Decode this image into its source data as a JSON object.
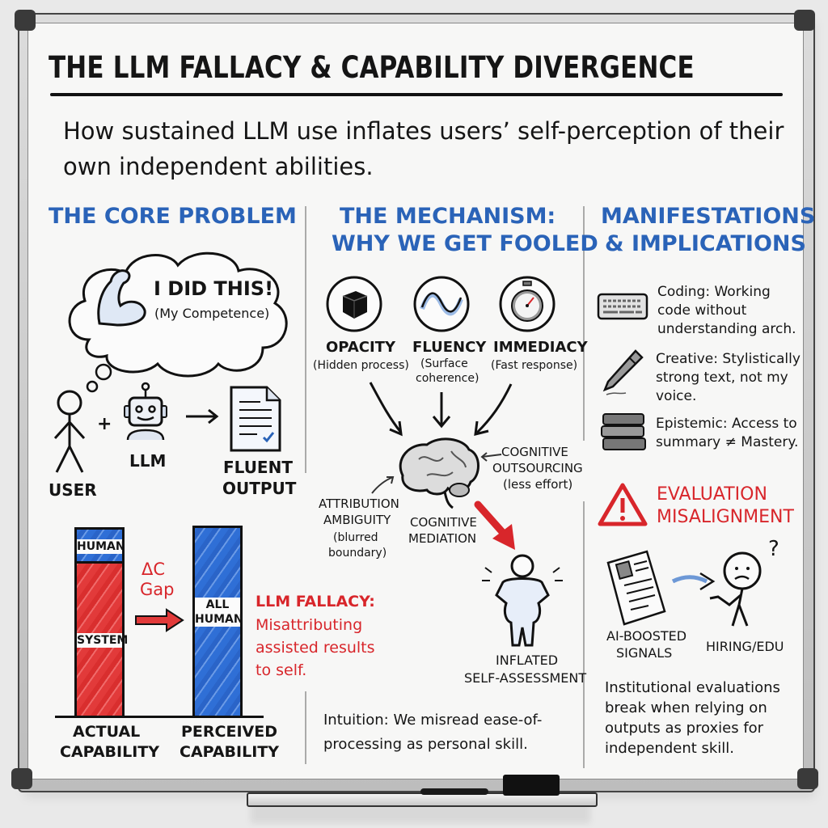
{
  "title": "THE LLM FALLACY & CAPABILITY DIVERGENCE",
  "subtitle": "How sustained LLM use inflates users’ self-perception of their own independent abilities.",
  "core_problem": {
    "heading": "THE CORE PROBLEM",
    "thought_main": "I DID THIS!",
    "thought_sub": "(My Competence)",
    "user_label": "USER",
    "plus": "+",
    "llm_label": "LLM",
    "output_label_1": "FLUENT",
    "output_label_2": "OUTPUT"
  },
  "capability_chart": {
    "actual_bar": {
      "human_label": "HUMAN",
      "system_label": "SYSTEM",
      "human_fraction": 0.17,
      "system_fraction": 0.83,
      "label_1": "ACTUAL",
      "label_2": "CAPABILITY"
    },
    "perceived_bar": {
      "human_label_1": "ALL",
      "human_label_2": "HUMAN",
      "human_fraction": 1.0,
      "label_1": "PERCEIVED",
      "label_2": "CAPABILITY"
    },
    "gap_symbol": "ΔC",
    "gap_label": "Gap",
    "fallacy_title": "LLM FALLACY:",
    "fallacy_lines": [
      "Misattributing",
      "assisted results",
      "to self."
    ]
  },
  "mechanism": {
    "heading_1": "THE MECHANISM:",
    "heading_2": "WHY WE GET FOOLED",
    "factors": [
      {
        "icon": "black-box-icon",
        "label": "OPACITY",
        "sub_1": "(Hidden process)",
        "sub_2": ""
      },
      {
        "icon": "wave-icon",
        "label": "FLUENCY",
        "sub_1": "(Surface",
        "sub_2": "coherence)"
      },
      {
        "icon": "stopwatch-icon",
        "label": "IMMEDIACY",
        "sub_1": "(Fast response)",
        "sub_2": ""
      }
    ],
    "outsourcing_1": "COGNITIVE",
    "outsourcing_2": "OUTSOURCING",
    "outsourcing_3": "(less effort)",
    "attribution_1": "ATTRIBUTION",
    "attribution_2": "AMBIGUITY",
    "attribution_3": "(blurred",
    "attribution_4": "boundary)",
    "mediation_1": "COGNITIVE",
    "mediation_2": "MEDIATION",
    "inflated_1": "INFLATED",
    "inflated_2": "SELF-ASSESSMENT",
    "intuition": "Intuition: We misread ease-of-processing as personal skill."
  },
  "manifestations": {
    "heading_1": "MANIFESTATIONS",
    "heading_2": "& IMPLICATIONS",
    "items": [
      {
        "icon": "keyboard-icon",
        "line_1": "Coding: Working",
        "line_2": "code without",
        "line_3": "understanding arch."
      },
      {
        "icon": "pen-icon",
        "line_1": "Creative: Stylistically",
        "line_2": "strong text, not my",
        "line_3": "voice."
      },
      {
        "icon": "books-icon",
        "line_1": "Epistemic: Access to",
        "line_2": "summary ≠ Mastery.",
        "line_3": ""
      }
    ],
    "warning_1": "EVALUATION",
    "warning_2": "MISALIGNMENT",
    "signals_1": "AI-BOOSTED",
    "signals_2": "SIGNALS",
    "hiring": "HIRING/EDU",
    "question": "?",
    "conclusion": "Institutional evaluations break when relying on outputs as proxies for independent skill."
  },
  "colors": {
    "heading_blue": "#2a63b8",
    "alert_red": "#d8262b",
    "human_blue": "#2f6fd6",
    "system_red": "#e23a3a"
  }
}
